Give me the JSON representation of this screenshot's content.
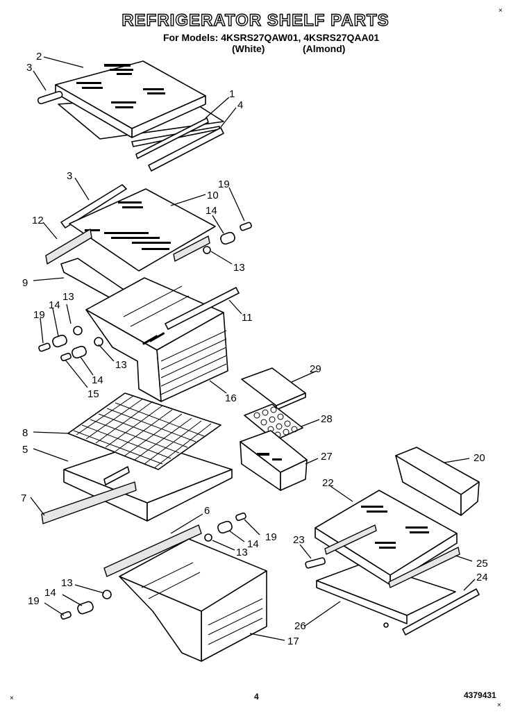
{
  "header": {
    "title": "REFRIGERATOR SHELF PARTS",
    "models_line": "For Models: 4KSRS27QAW01, 4KSRS27QAA01",
    "variant_white": "(White)",
    "variant_almond": "(Almond)"
  },
  "footer": {
    "page_number": "4",
    "document_number": "4379431"
  },
  "callouts": {
    "c1": "1",
    "c2": "2",
    "c3a": "3",
    "c4a": "4",
    "c3b": "3",
    "c10": "10",
    "c19a": "19",
    "c14a": "14",
    "c12": "12",
    "c13a": "13",
    "c9": "9",
    "c14b": "14",
    "c13b": "13",
    "c19b": "19",
    "c11": "11",
    "c13c": "13",
    "c14c": "14",
    "c15": "15",
    "c16": "16",
    "c29": "29",
    "c8": "8",
    "c28": "28",
    "c5": "5",
    "c27": "27",
    "c20": "20",
    "c22": "22",
    "c7": "7",
    "c6": "6",
    "c19c": "19",
    "c14d": "14",
    "c13d": "13",
    "c23": "23",
    "c25": "25",
    "c24": "24",
    "c13e": "13",
    "c14e": "14",
    "c19d": "19",
    "c26": "26",
    "c17": "17"
  }
}
